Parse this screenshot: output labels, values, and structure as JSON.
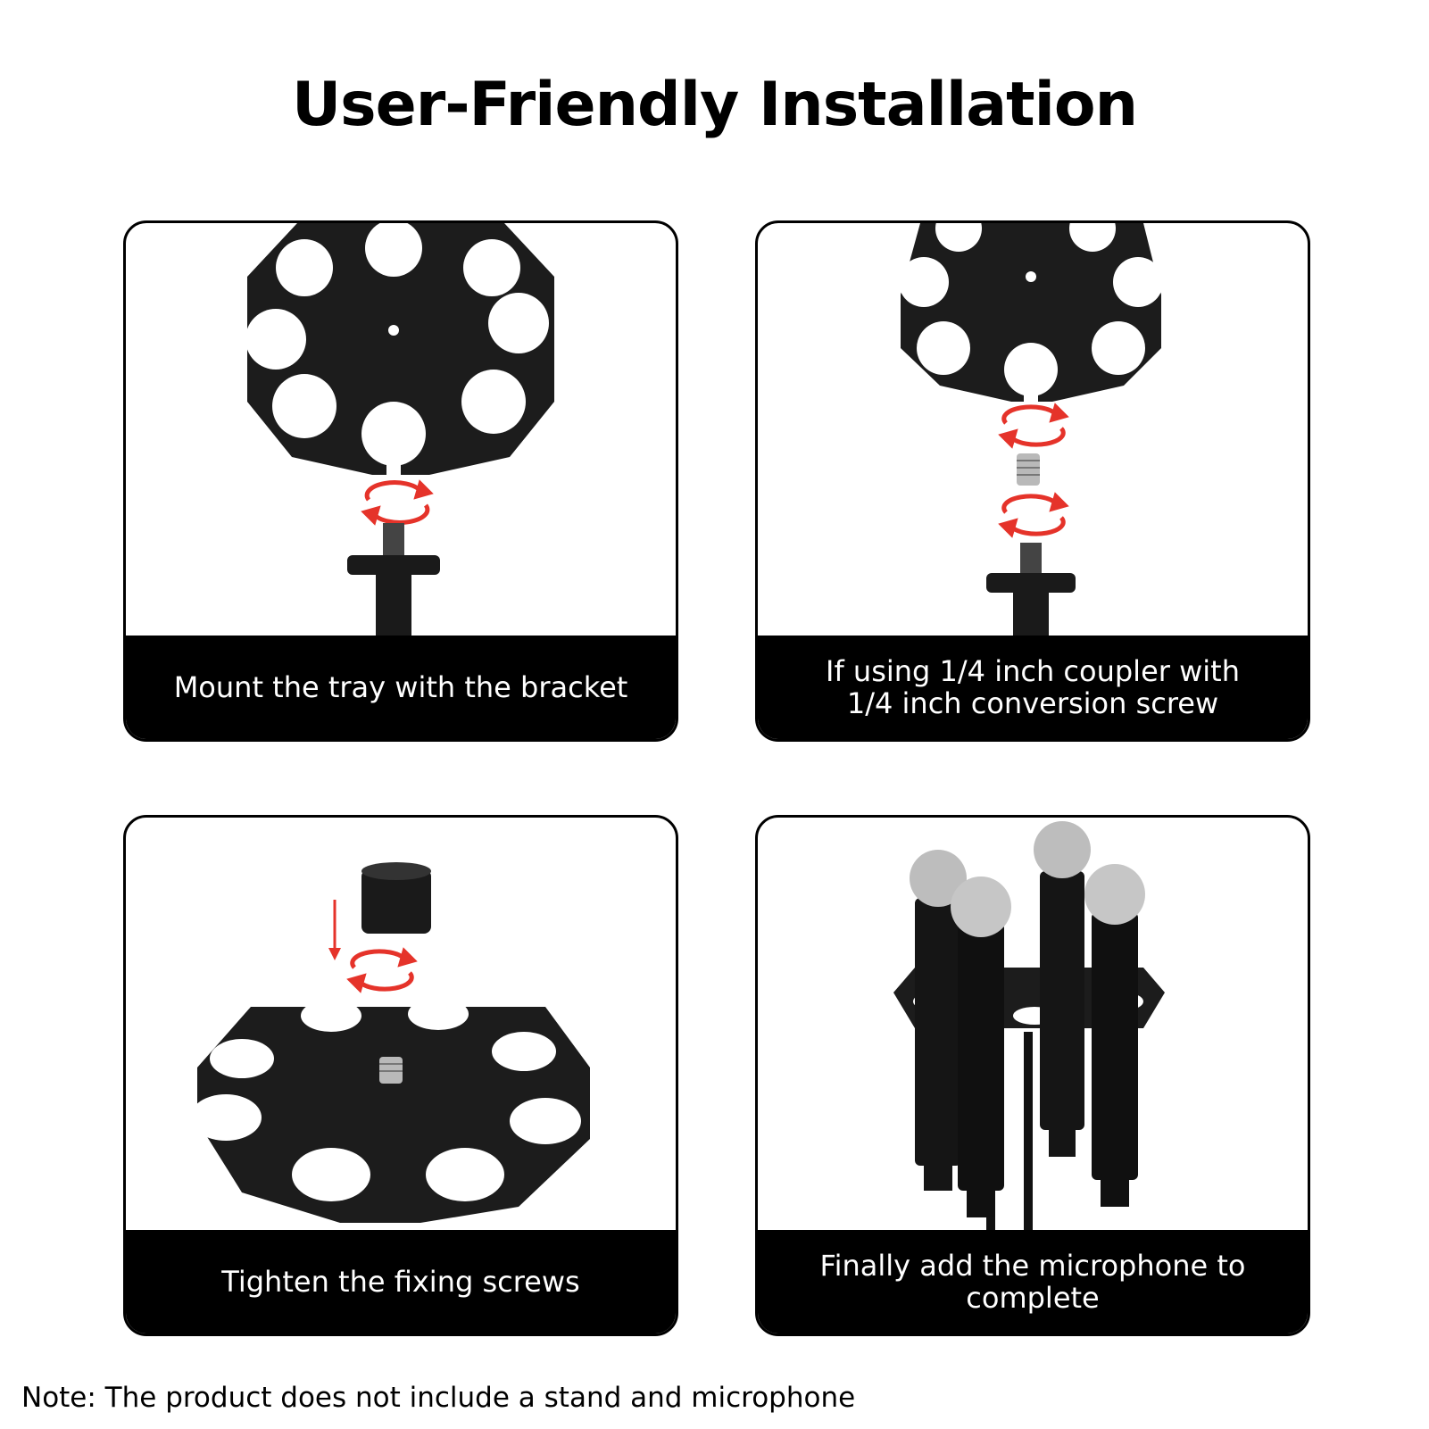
{
  "title": "User-Friendly Installation",
  "steps": [
    {
      "caption_lines": [
        "Mount the tray with the bracket"
      ]
    },
    {
      "caption_lines": [
        "If using 1/4 inch coupler with",
        "1/4 inch conversion screw"
      ]
    },
    {
      "caption_lines": [
        "Tighten the fixing screws"
      ]
    },
    {
      "caption_lines": [
        "Finally add the microphone to complete"
      ]
    }
  ],
  "note": "Note: The product does not include a stand and microphone",
  "colors": {
    "tray": "#1c1c1c",
    "arrow": "#e5332a",
    "caption_bg": "#000000",
    "caption_text": "#ffffff"
  },
  "icons": [
    "tray-icon",
    "rotate-arrows-icon",
    "stand-screw-icon",
    "coupler-screw-icon",
    "lock-nut-icon",
    "down-arrow-icon",
    "microphone-icon"
  ]
}
